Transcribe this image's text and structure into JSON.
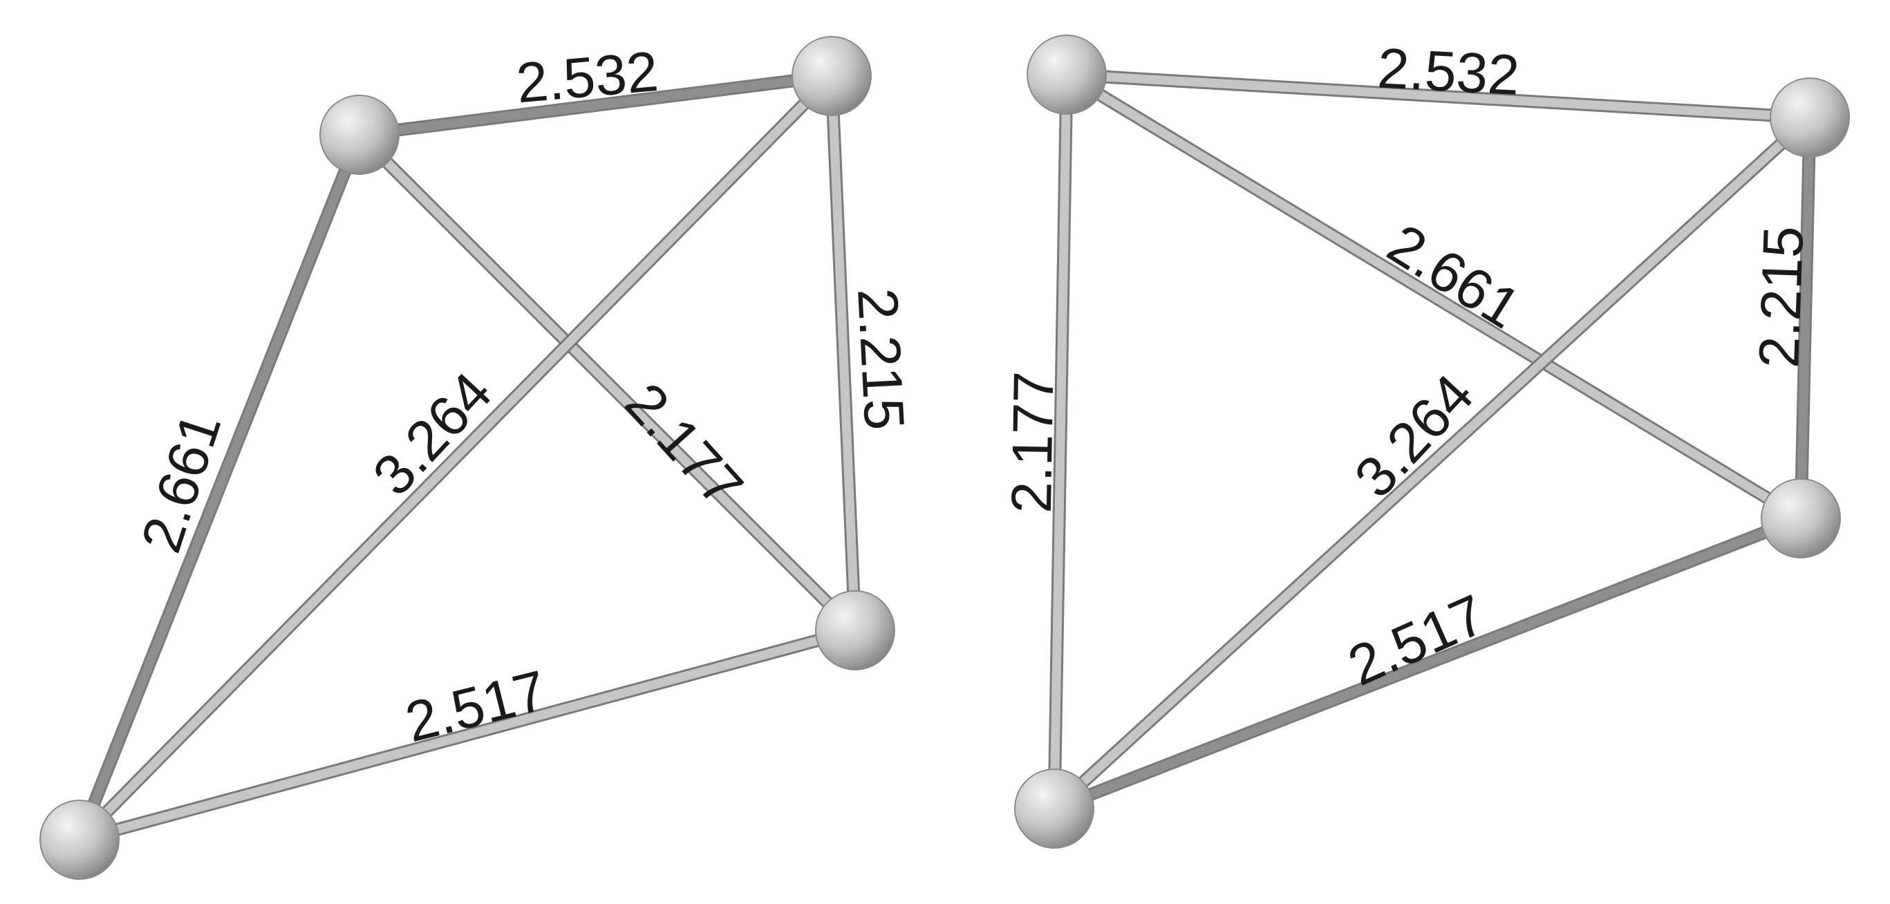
{
  "figure": {
    "panels": [
      {
        "id": "left",
        "atoms": [
          "A",
          "B",
          "C",
          "D"
        ],
        "bonds": [
          {
            "from": "A",
            "to": "B",
            "length": "2.532",
            "shade": "dark"
          },
          {
            "from": "A",
            "to": "D",
            "length": "2.661",
            "shade": "dark"
          },
          {
            "from": "A",
            "to": "C",
            "length": "2.177",
            "shade": "light"
          },
          {
            "from": "B",
            "to": "D",
            "length": "3.264",
            "shade": "light"
          },
          {
            "from": "B",
            "to": "C",
            "length": "2.215",
            "shade": "light"
          },
          {
            "from": "C",
            "to": "D",
            "length": "2.517",
            "shade": "light"
          }
        ]
      },
      {
        "id": "right",
        "atoms": [
          "A",
          "B",
          "C",
          "D"
        ],
        "bonds": [
          {
            "from": "A",
            "to": "B",
            "length": "2.532",
            "shade": "light"
          },
          {
            "from": "A",
            "to": "C",
            "length": "2.661",
            "shade": "light"
          },
          {
            "from": "A",
            "to": "D",
            "length": "2.177",
            "shade": "light"
          },
          {
            "from": "B",
            "to": "C",
            "length": "2.215",
            "shade": "dark"
          },
          {
            "from": "B",
            "to": "D",
            "length": "3.264",
            "shade": "light"
          },
          {
            "from": "C",
            "to": "D",
            "length": "2.517",
            "shade": "dark"
          }
        ]
      }
    ]
  },
  "colors": {
    "bond_dark": "#8e8e8e",
    "bond_light": "#c6c6c6",
    "bond_edge": "#7a7a7a",
    "atom_highlight": "#f4f4f4",
    "atom_mid": "#c4c4c4",
    "atom_shadow": "#7f7f7f",
    "label": "#1a1a1a"
  }
}
